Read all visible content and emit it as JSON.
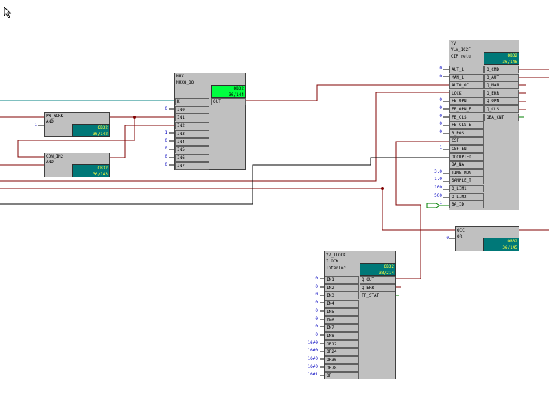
{
  "blocks": {
    "pw_work": {
      "name": "PW_WORK",
      "type": "AND",
      "ob": "OB32",
      "num": "36/142",
      "const_in1": "1"
    },
    "con_in2": {
      "name": "CON_IN2",
      "type": "AND",
      "ob": "OB32",
      "num": "36/143"
    },
    "mux": {
      "name": "MUX",
      "type": "MUX8_BO",
      "ob": "OB32",
      "num": "36/144",
      "inputs": [
        "K",
        "IN0",
        "IN1",
        "IN2",
        "IN3",
        "IN4",
        "IN5",
        "IN6",
        "IN7"
      ],
      "const": [
        "",
        "0",
        "",
        "",
        "1",
        "0",
        "0",
        "0",
        "0"
      ],
      "outputs": [
        "OUT"
      ]
    },
    "yv": {
      "name": "YV",
      "type": "VLV_1C2F",
      "comment": "CIP retu",
      "ob": "OB32",
      "num": "36/146",
      "inputs": [
        "AUT_L",
        "MAN_L",
        "AUTO_OC",
        "LOCK",
        "FB_OPN",
        "FB_OPN_E",
        "FB_CLS",
        "FB_CLS_E",
        "R_POS",
        "CSF",
        "CSF_EN",
        "OCCUPIED",
        "BA_NA",
        "TIME_MON",
        "SAMPLE_T",
        "O_LIM1",
        "O_LIM2",
        "BA_ID"
      ],
      "const": [
        "0",
        "0",
        "",
        "",
        "0",
        "0",
        "0",
        "0",
        "0",
        "",
        "1",
        "",
        "",
        "3.0",
        "1.0",
        "100",
        "500",
        "1"
      ],
      "outputs": [
        "Q_CMD",
        "Q_AUT",
        "Q_MAN",
        "Q_ERR",
        "Q_OPN",
        "Q_CLS",
        "QBA_CNT"
      ]
    },
    "occ": {
      "name": "OCC",
      "type": "OR",
      "ob": "OB32",
      "num": "36/145",
      "const_in1": "0"
    },
    "yv_ilock": {
      "name": "YV_ILOCK",
      "type": "ILOCK",
      "comment": "Interloc",
      "ob": "OB32",
      "num": "33/214",
      "inputs": [
        "IN1",
        "IN2",
        "IN3",
        "IN4",
        "IN5",
        "IN6",
        "IN7",
        "IN8",
        "OP12",
        "OP24",
        "OP36",
        "OP78",
        "OP"
      ],
      "const": [
        "0",
        "0",
        "0",
        "0",
        "0",
        "0",
        "0",
        "0",
        "16#0",
        "16#0",
        "16#0",
        "16#0",
        "16#1"
      ],
      "outputs": [
        "Q_OUT",
        "Q_ERR",
        "FP_STAT"
      ]
    }
  },
  "colors": {
    "wire": "#800000",
    "wire_cyan": "#008080",
    "wire_black": "#000000",
    "block": "#c0c0c0",
    "ob_teal": "#007878",
    "ob_green": "#00ff40",
    "const": "#0000c0"
  }
}
